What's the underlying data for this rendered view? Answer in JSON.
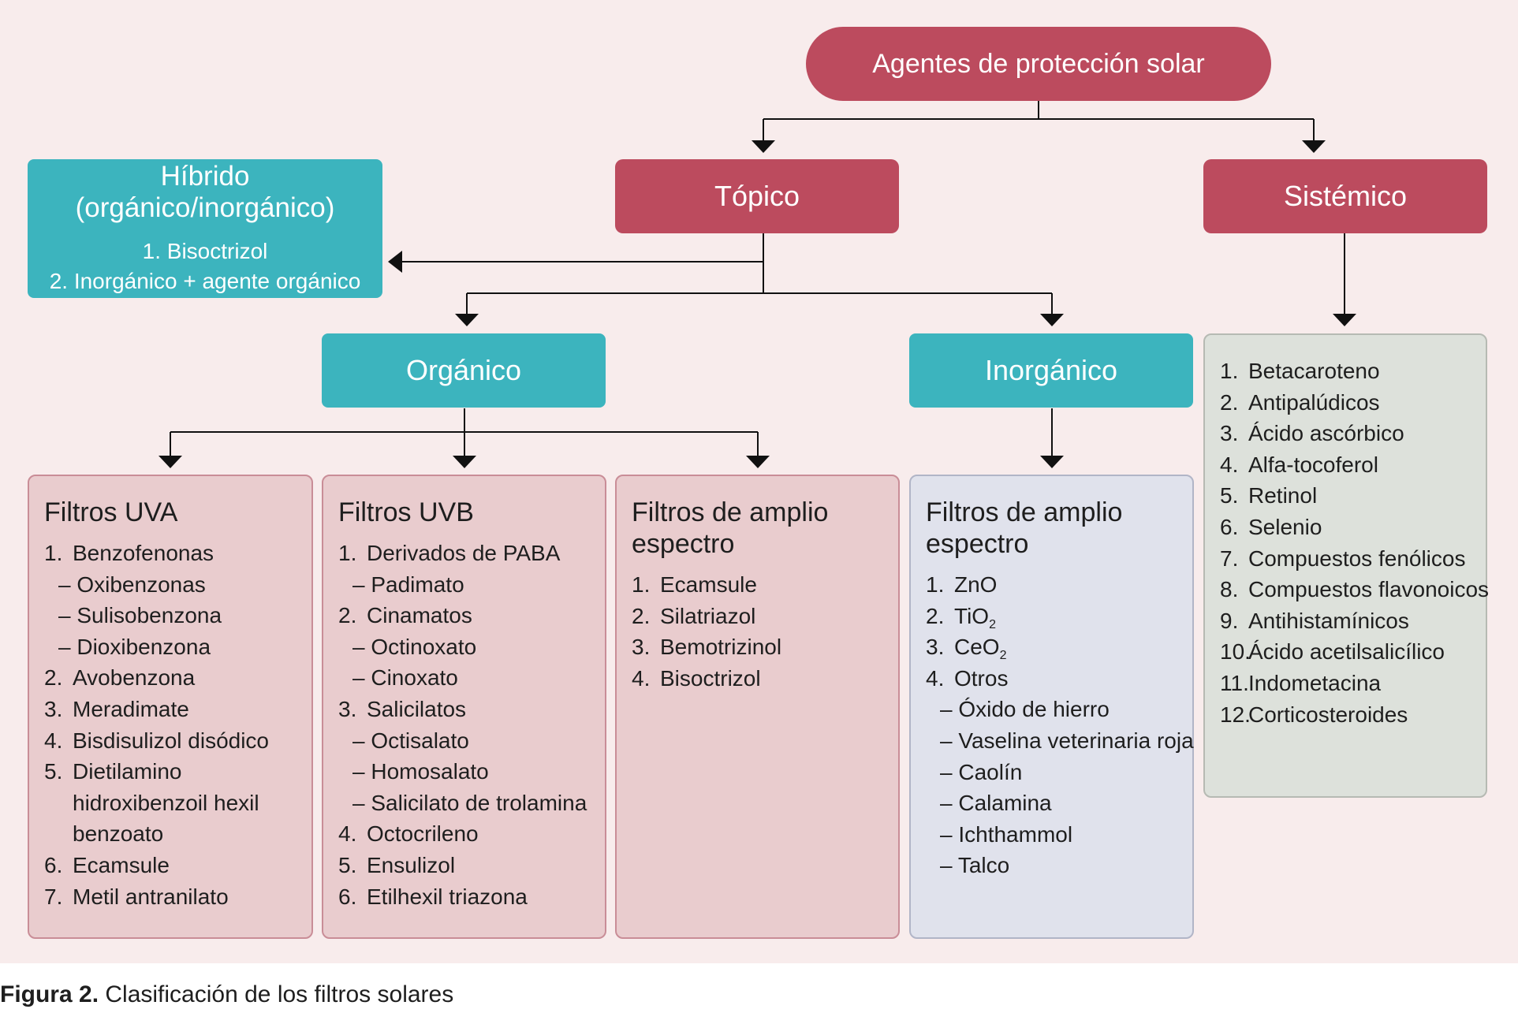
{
  "root": {
    "label": "Agentes de protección solar"
  },
  "topico": {
    "label": "Tópico"
  },
  "sistemico": {
    "label": "Sistémico"
  },
  "hibrido": {
    "title": "Híbrido (orgánico/inorgánico)",
    "items": [
      "1. Bisoctrizol",
      "2. Inorgánico + agente orgánico"
    ]
  },
  "organico": {
    "label": "Orgánico"
  },
  "inorganico": {
    "label": "Inorgánico"
  },
  "uva": {
    "title": "Filtros UVA",
    "items": [
      {
        "n": "1.",
        "t": "Benzofenonas"
      },
      {
        "t": "– Oxibenzonas",
        "sub": true
      },
      {
        "t": "– Sulisobenzona",
        "sub": true
      },
      {
        "t": "– Dioxibenzona",
        "sub": true
      },
      {
        "n": "2.",
        "t": "Avobenzona"
      },
      {
        "n": "3.",
        "t": "Meradimate"
      },
      {
        "n": "4.",
        "t": "Bisdisulizol disódico"
      },
      {
        "n": "5.",
        "t": "Dietilamino"
      },
      {
        "t": "hidroxibenzoil hexil",
        "cont": true
      },
      {
        "t": "benzoato",
        "cont": true
      },
      {
        "n": "6.",
        "t": "Ecamsule"
      },
      {
        "n": "7.",
        "t": "Metil antranilato"
      }
    ]
  },
  "uvb": {
    "title": "Filtros UVB",
    "items": [
      {
        "n": "1.",
        "t": "Derivados de PABA"
      },
      {
        "t": "– Padimato",
        "sub": true
      },
      {
        "n": "2.",
        "t": "Cinamatos"
      },
      {
        "t": "– Octinoxato",
        "sub": true
      },
      {
        "t": "– Cinoxato",
        "sub": true
      },
      {
        "n": "3.",
        "t": "Salicilatos"
      },
      {
        "t": "– Octisalato",
        "sub": true
      },
      {
        "t": "– Homosalato",
        "sub": true
      },
      {
        "t": "– Salicilato de trolamina",
        "sub": true
      },
      {
        "n": "4.",
        "t": "Octocrileno"
      },
      {
        "n": "5.",
        "t": "Ensulizol"
      },
      {
        "n": "6.",
        "t": "Etilhexil triazona"
      }
    ]
  },
  "amplio_org": {
    "title_1": "Filtros de amplio",
    "title_2": "espectro",
    "items": [
      {
        "n": "1.",
        "t": "Ecamsule"
      },
      {
        "n": "2.",
        "t": "Silatriazol"
      },
      {
        "n": "3.",
        "t": "Bemotrizinol"
      },
      {
        "n": "4.",
        "t": "Bisoctrizol"
      }
    ]
  },
  "amplio_inorg": {
    "title_1": "Filtros de amplio",
    "title_2": "espectro",
    "items": [
      {
        "n": "1.",
        "t": "ZnO"
      },
      {
        "n": "2.",
        "t": "TiO",
        "s": "2"
      },
      {
        "n": "3.",
        "t": "CeO",
        "s": "2"
      },
      {
        "n": "4.",
        "t": "Otros"
      },
      {
        "t": "– Óxido de hierro",
        "sub": true
      },
      {
        "t": "– Vaselina veterinaria roja",
        "sub": true
      },
      {
        "t": "– Caolín",
        "sub": true
      },
      {
        "t": "– Calamina",
        "sub": true
      },
      {
        "t": "– Ichthammol",
        "sub": true
      },
      {
        "t": "– Talco",
        "sub": true
      }
    ]
  },
  "sistemico_list": {
    "items": [
      {
        "n": "1.",
        "t": "Betacaroteno"
      },
      {
        "n": "2.",
        "t": "Antipalúdicos"
      },
      {
        "n": "3.",
        "t": "Ácido ascórbico"
      },
      {
        "n": "4.",
        "t": "Alfa-tocoferol"
      },
      {
        "n": "5.",
        "t": "Retinol"
      },
      {
        "n": "6.",
        "t": "Selenio"
      },
      {
        "n": "7.",
        "t": "Compuestos fenólicos"
      },
      {
        "n": "8.",
        "t": "Compuestos flavonoicos"
      },
      {
        "n": "9.",
        "t": "Antihistamínicos"
      },
      {
        "n": "10.",
        "t": "Ácido acetilsalicílico"
      },
      {
        "n": "11.",
        "t": "Indometacina"
      },
      {
        "n": "12.",
        "t": "Corticosteroides"
      }
    ]
  },
  "caption": {
    "label": "Figura 2.",
    "text": "Clasificación de los filtros solares"
  },
  "colors": {
    "red": "#bc4b5e",
    "teal": "#3cb4be",
    "pink_panel": "#e9ccce",
    "blue_panel": "#e0e2ec",
    "grey_panel": "#dde1db",
    "background": "#f8ecec"
  }
}
